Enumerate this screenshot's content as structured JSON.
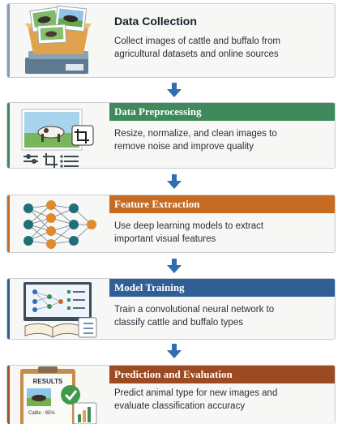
{
  "steps": [
    {
      "title": "Data Collection",
      "desc_lines": [
        "Collect images of cattle and buffalo from",
        "agricultural datasets and online sources"
      ],
      "accent": "#8a9bb0",
      "header_color": ""
    },
    {
      "title": "Data Preprocessing",
      "desc_lines": [
        "Resize, normalize, and clean images to",
        "remove noise and improve quality"
      ],
      "accent": "#3f8a5a",
      "header_color": "#3f8a5a"
    },
    {
      "title": "Feature Extraction",
      "desc_lines": [
        "Use deep learning models to extract",
        "important visual features"
      ],
      "accent": "#c76b22",
      "header_color": "#c76b22"
    },
    {
      "title": "Model Training",
      "desc_lines": [
        "Train a convolutional neural network to",
        "classify cattle and buffalo types"
      ],
      "accent": "#2f5f95",
      "header_color": "#2f5f95"
    },
    {
      "title": "Prediction and Evaluation",
      "desc_lines": [
        "Predict animal type for new images and",
        "evaluate classification accuracy"
      ],
      "accent": "#a0522d",
      "header_color": "#9b4a22"
    }
  ],
  "illustrations": {
    "results_label": "RESULTS",
    "result_line": "Cattle : 95%"
  },
  "colors": {
    "arrow": "#2f6fb0"
  }
}
